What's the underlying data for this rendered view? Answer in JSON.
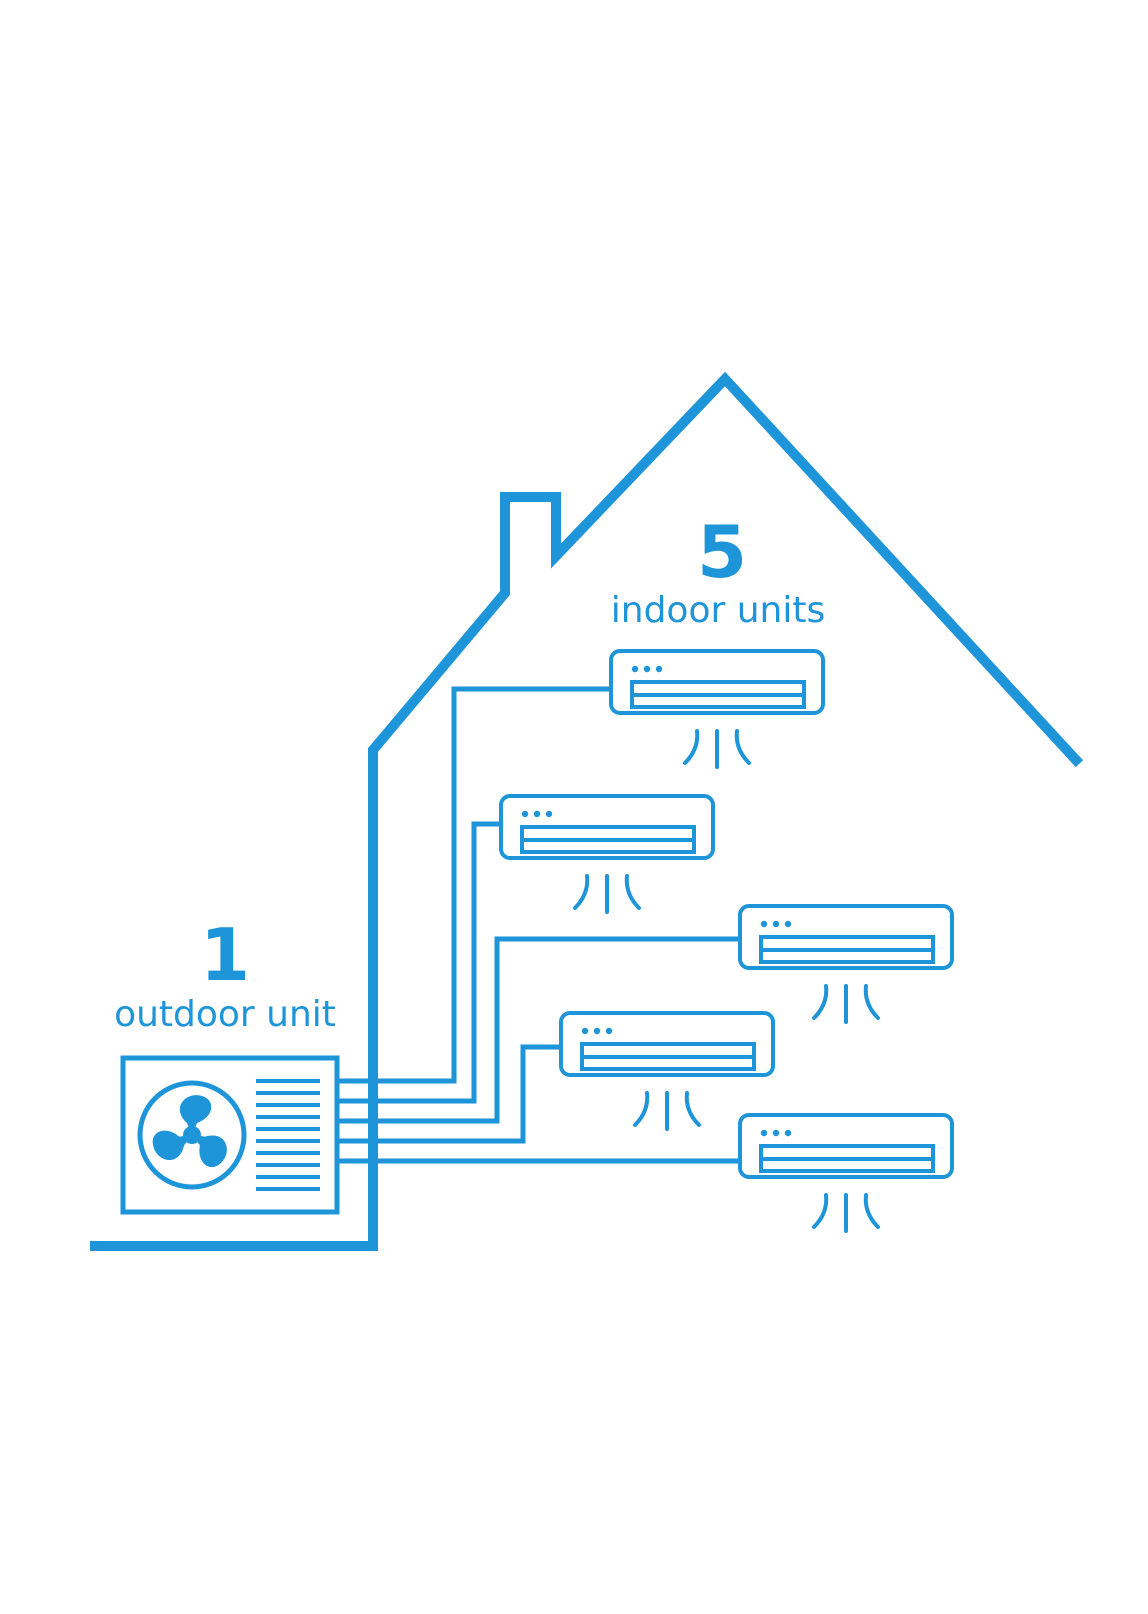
{
  "colors": {
    "line": "#1e95d8",
    "background": "#ffffff"
  },
  "outdoor": {
    "count": "1",
    "label": "outdoor unit",
    "icon": "fan-icon"
  },
  "indoor": {
    "count": "5",
    "label": "indoor units",
    "icon": "air-conditioner-icon"
  }
}
